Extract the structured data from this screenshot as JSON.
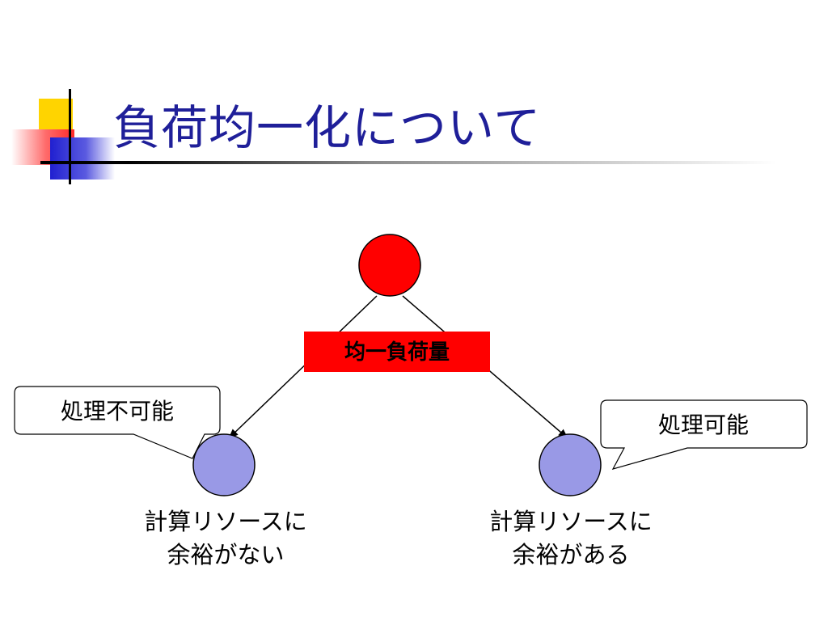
{
  "slide": {
    "title": "負荷均一化について"
  },
  "diagram": {
    "center_label": "均一負荷量",
    "left_callout": "処理不可能",
    "right_callout": "処理可能",
    "left_node_label": {
      "line1": "計算リソースに",
      "line2": "余裕がない"
    },
    "right_node_label": {
      "line1": "計算リソースに",
      "line2": "余裕がある"
    }
  },
  "colors": {
    "title": "#1f1f99",
    "source_node": "#ff0000",
    "target_node": "#9999e6",
    "label_box": "#ff0000"
  }
}
